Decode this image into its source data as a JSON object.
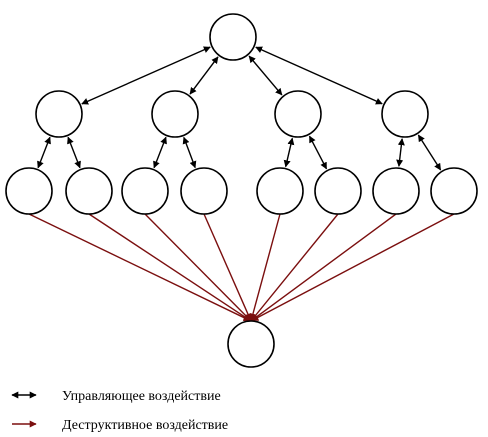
{
  "diagram": {
    "nodes": [
      {
        "id": "root"
      },
      {
        "id": "l1-a"
      },
      {
        "id": "l1-b"
      },
      {
        "id": "l1-c"
      },
      {
        "id": "l1-d"
      },
      {
        "id": "l2-a1"
      },
      {
        "id": "l2-a2"
      },
      {
        "id": "l2-b1"
      },
      {
        "id": "l2-b2"
      },
      {
        "id": "l2-c1"
      },
      {
        "id": "l2-c2"
      },
      {
        "id": "l2-d1"
      },
      {
        "id": "l2-d2"
      },
      {
        "id": "target"
      }
    ],
    "control_edges": [
      [
        "root",
        "l1-a"
      ],
      [
        "root",
        "l1-b"
      ],
      [
        "root",
        "l1-c"
      ],
      [
        "root",
        "l1-d"
      ],
      [
        "l1-a",
        "l2-a1"
      ],
      [
        "l1-a",
        "l2-a2"
      ],
      [
        "l1-b",
        "l2-b1"
      ],
      [
        "l1-b",
        "l2-b2"
      ],
      [
        "l1-c",
        "l2-c1"
      ],
      [
        "l1-c",
        "l2-c2"
      ],
      [
        "l1-d",
        "l2-d1"
      ],
      [
        "l1-d",
        "l2-d2"
      ]
    ],
    "destructive_edges": [
      [
        "l2-a1",
        "target"
      ],
      [
        "l2-a2",
        "target"
      ],
      [
        "l2-b1",
        "target"
      ],
      [
        "l2-b2",
        "target"
      ],
      [
        "l2-c1",
        "target"
      ],
      [
        "l2-c2",
        "target"
      ],
      [
        "l2-d1",
        "target"
      ],
      [
        "l2-d2",
        "target"
      ]
    ],
    "colors": {
      "control": "#000000",
      "destructive": "#7b0f0f",
      "node_stroke": "#000000",
      "node_fill": "#ffffff"
    }
  },
  "legend": {
    "control_label": "Управляющее воздействие",
    "destructive_label": "Деструктивное воздействие"
  }
}
